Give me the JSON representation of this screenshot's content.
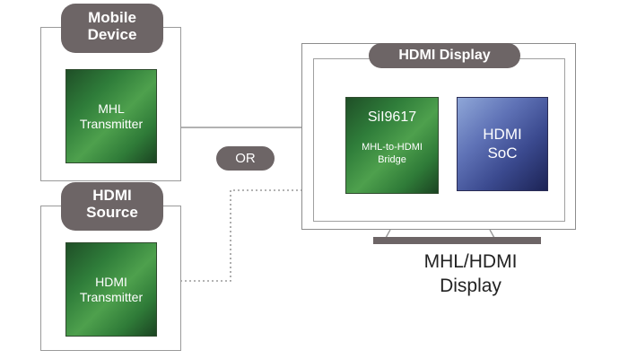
{
  "mobile_device": {
    "label": "Mobile\nDevice",
    "chip_label": "MHL\nTransmitter"
  },
  "hdmi_source": {
    "label": "HDMI\nSource",
    "chip_label": "HDMI\nTransmitter"
  },
  "or_label": "OR",
  "hdmi_display": {
    "label": "HDMI Display",
    "bridge_chip": {
      "title": "SiI9617",
      "subtitle": "MHL-to-HDMI\nBridge"
    },
    "soc_chip": {
      "label": "HDMI\nSoC"
    }
  },
  "caption": "MHL/HDMI\nDisplay",
  "colors": {
    "pill_background": "#6d6566",
    "chip_green": "#2f7d3a",
    "soc_blue": "#3b4a8f",
    "stand": "#6d6566"
  }
}
